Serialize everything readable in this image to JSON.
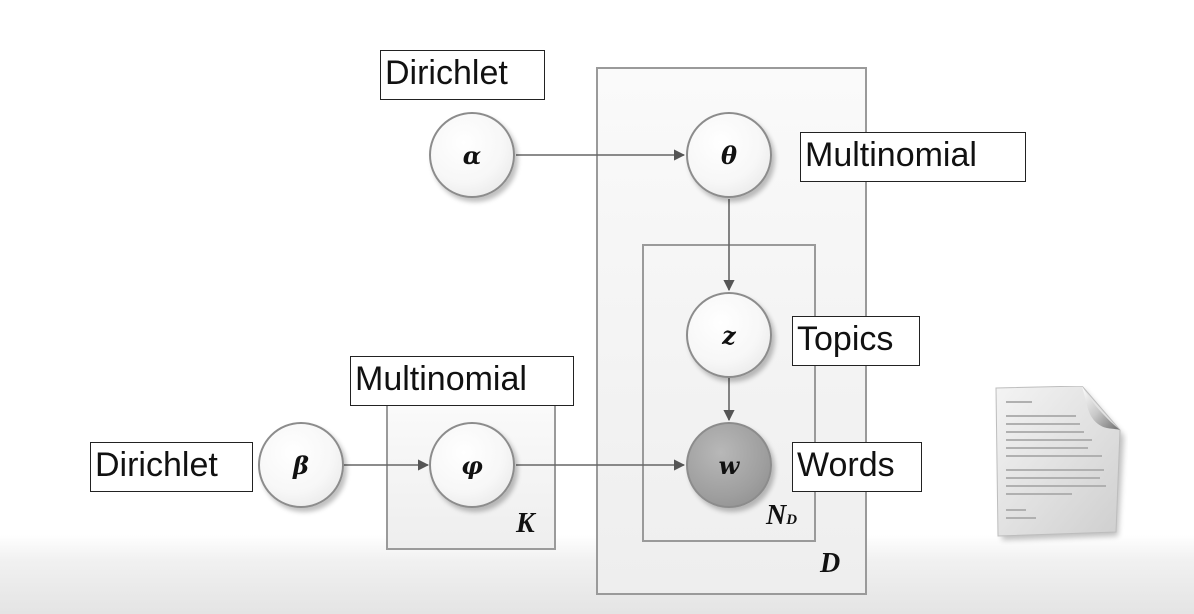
{
  "nodes": {
    "alpha": "α",
    "theta": "θ",
    "z": "z",
    "w": "w",
    "beta": "β",
    "phi": "φ"
  },
  "labels": {
    "alpha_dist": "Dirichlet",
    "theta_dist": "Multinomial",
    "z_label": "Topics",
    "w_label": "Words",
    "phi_dist": "Multinomial",
    "beta_dist": "Dirichlet"
  },
  "plates": {
    "D": "D",
    "N": "N",
    "N_sub": "D",
    "K": "K"
  },
  "icons": {
    "document": "document-icon"
  }
}
